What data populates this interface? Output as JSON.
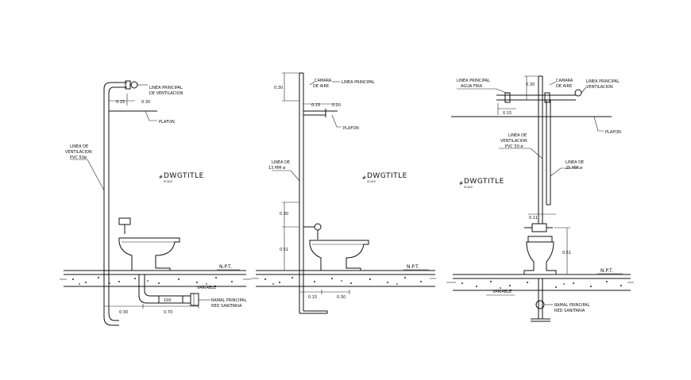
{
  "drawing": {
    "background": "#ffffff",
    "line_color": "#111111",
    "views": [
      {
        "title": "DWGTITLE",
        "scale": "SCALE",
        "labels": {
          "vent_main": [
            "LINEA PRINCIPAL",
            "DE VENTILACION"
          ],
          "vent_line": [
            "LINEA DE",
            "VENTILACION",
            "PVC 50ø"
          ],
          "ceiling": "PLAFON",
          "floor": "N.P.T.",
          "variable": "VARIABLE",
          "drain": [
            "RAMAL PRINCIPAL",
            "RED SANITARIA"
          ]
        },
        "dims": {
          "a": "0.15",
          "b": "0.30",
          "c": "0.30",
          "d": "0.70",
          "pipe": "100"
        }
      },
      {
        "title": "DWGTITLE",
        "scale": "SCALE",
        "labels": {
          "air_chamber": [
            "CAMARA",
            "DE AIRE"
          ],
          "main_line": "LINEA PRINCIPAL",
          "ceiling": "PLAFON",
          "line": [
            "LINEA DE",
            "13 MM ø"
          ],
          "floor": "N.P.T."
        },
        "dims": {
          "top": "0.30",
          "a": "0.15",
          "b": "0.20",
          "h1": "0.30",
          "h2": "0.51",
          "c": "0.15",
          "d": "0.30"
        }
      },
      {
        "title": "DWGTITLE",
        "scale": "SCALE",
        "labels": {
          "cold_water": [
            "LINEA PRINCIPAL",
            "AGUA FRIA"
          ],
          "air_chamber": [
            "CAMARA",
            "DE AIRE"
          ],
          "vent_main": [
            "LINEA PRINCIPAL",
            "VENTILACION"
          ],
          "ceiling": "PLAFON",
          "vent_line": [
            "LINEA DE",
            "VENTILACION",
            "PVC 50 ø"
          ],
          "line": [
            "LINEA DE",
            "25 MM ø"
          ],
          "floor": "N.P.T.",
          "variable": "VARIABLE",
          "drain": [
            "RAMAL PRINCIPAL",
            "RED SANITARIA"
          ]
        },
        "dims": {
          "top": "0.30",
          "a": "0.15",
          "b": "0.11",
          "h": "0.51"
        }
      }
    ]
  }
}
